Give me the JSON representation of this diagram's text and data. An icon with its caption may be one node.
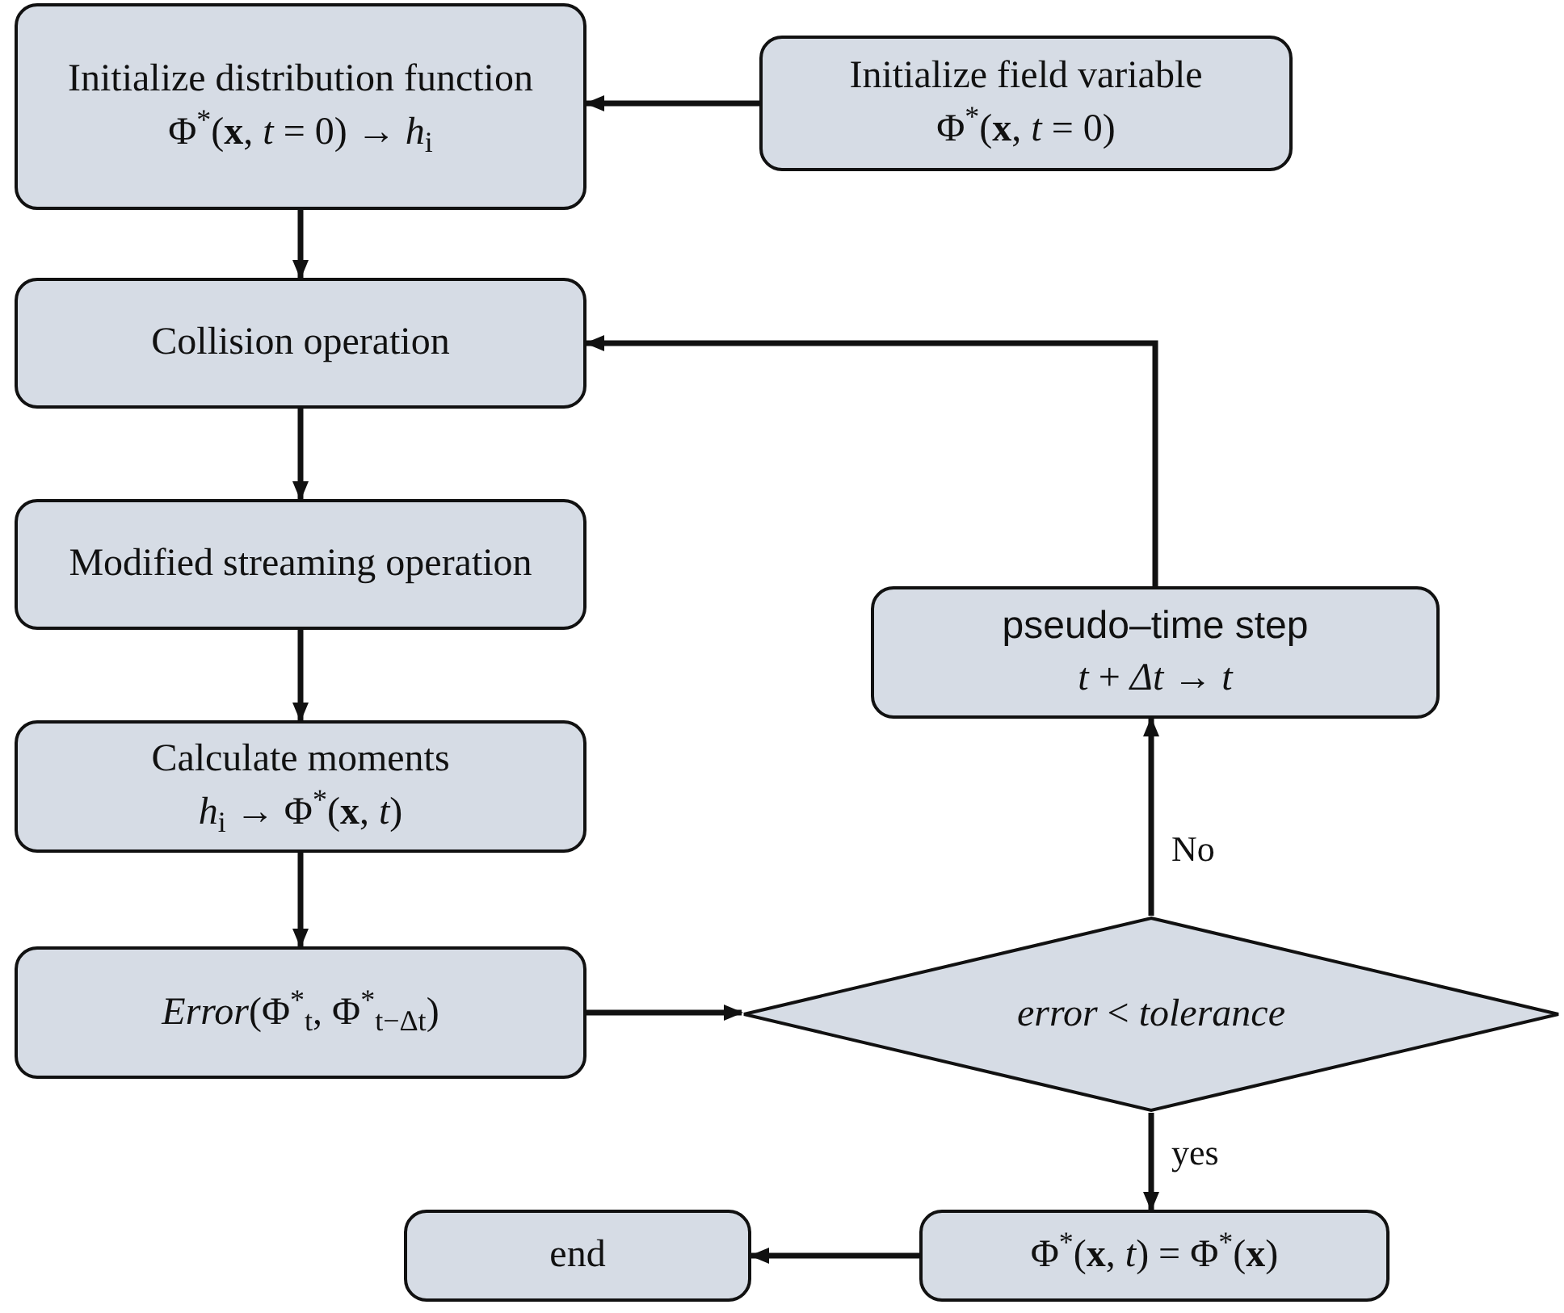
{
  "diagram": {
    "nodes": [
      {
        "text": [
          "Initialize distribution function",
          "Φ$^{*}$(**x**, *t* = 0) → *h*$_{i}$"
        ]
      },
      {
        "text": [
          "Initialize field variable",
          "Φ$^{*}$(**x**, *t* = 0)"
        ]
      },
      {
        "text": [
          "Collision operation"
        ]
      },
      {
        "text": [
          "Modified streaming operation"
        ]
      },
      {
        "text": [
          "Calculate moments",
          "*h*$_{i}$ → Φ$^{*}$(**x**, *t*)"
        ]
      },
      {
        "text": [
          "*Error*(Φ$^{*}$$_{t}$, Φ$^{*}$$_{t−Δt}$)"
        ]
      },
      {
        "text": [
          "*error* < *tolerance*"
        ]
      },
      {
        "text": [
          "pseudo–time step",
          "*t* + *Δt* → *t*"
        ]
      },
      {
        "text": [
          "Φ$^{*}$(**x**, *t*) = Φ$^{*}$(**x**)"
        ]
      },
      {
        "text": [
          "end"
        ]
      }
    ],
    "edges": [
      {
        "from": 1,
        "to": 0,
        "arrow": "to"
      },
      {
        "from": 0,
        "to": 2,
        "arrow": "to"
      },
      {
        "from": 2,
        "to": 3,
        "arrow": "to"
      },
      {
        "from": 3,
        "to": 4,
        "arrow": "to"
      },
      {
        "from": 4,
        "to": 5,
        "arrow": "to"
      },
      {
        "from": 5,
        "to": 6,
        "arrow": "to"
      },
      {
        "from": 6,
        "to": 7,
        "arrow": "to",
        "label": "No"
      },
      {
        "from": 7,
        "to": 2,
        "arrow": "to"
      },
      {
        "from": 6,
        "to": 8,
        "arrow": "to",
        "label": "yes"
      },
      {
        "from": 8,
        "to": 9,
        "arrow": "to"
      }
    ]
  }
}
